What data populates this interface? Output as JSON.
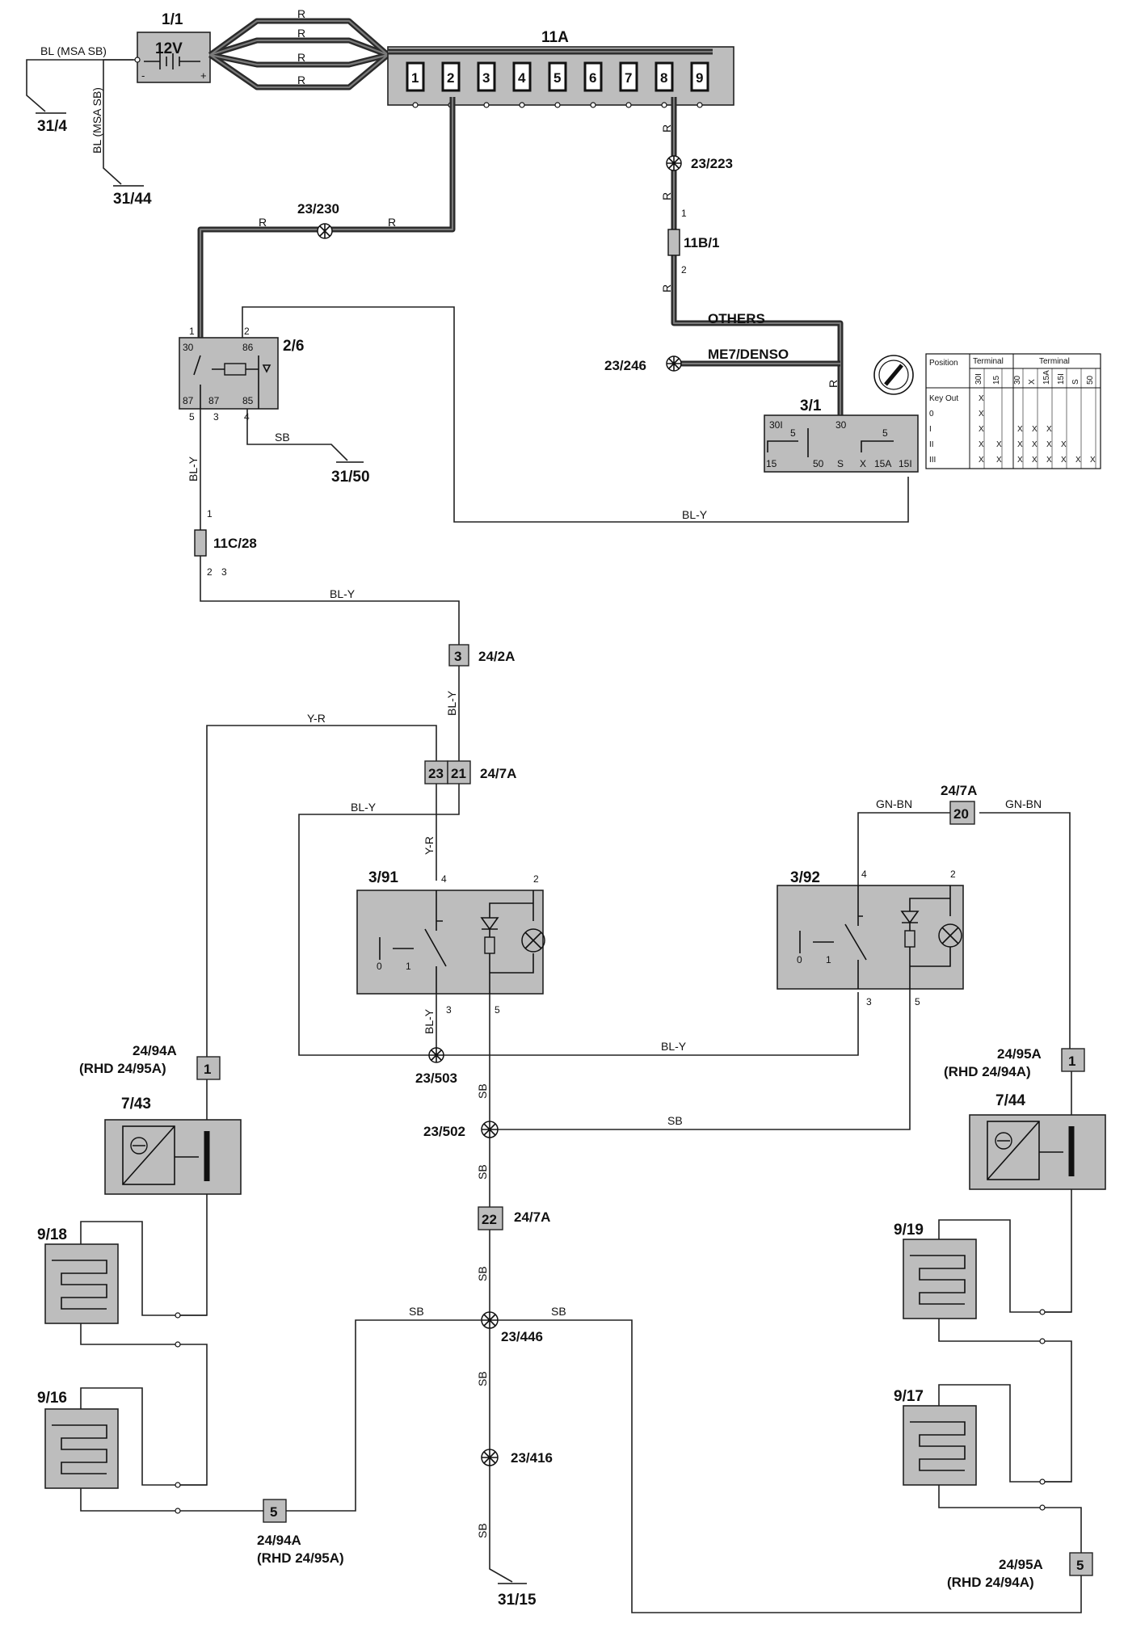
{
  "battery": {
    "id": "1/1",
    "voltage": "12V",
    "minus": "-",
    "plus": "+"
  },
  "fusebox": {
    "id": "11A",
    "pins": [
      "1",
      "2",
      "3",
      "4",
      "5",
      "6",
      "7",
      "8",
      "9"
    ]
  },
  "grounds": [
    "31/4",
    "31/44",
    "31/50",
    "31/15"
  ],
  "wires": {
    "r": "R",
    "bl_msa_sb": "BL (MSA SB)",
    "bl_y": "BL-Y",
    "sb": "SB",
    "y_r": "Y-R",
    "gn_bn": "GN-BN"
  },
  "splices": [
    "23/230",
    "23/223",
    "23/246",
    "23/503",
    "23/502",
    "23/446",
    "23/416"
  ],
  "fuses": {
    "f11b": "11B/1",
    "f11c": "11C/28"
  },
  "relay": {
    "id": "2/6",
    "pins": [
      "30",
      "86",
      "87",
      "87",
      "85",
      "1",
      "2",
      "5",
      "3",
      "4"
    ]
  },
  "variants": {
    "others": "OTHERS",
    "me7": "ME7/DENSO"
  },
  "ignition": {
    "id": "3/1",
    "terminals_top": [
      "30I",
      "5",
      "30",
      "5"
    ],
    "terminals_bottom": [
      "15",
      "50",
      "S",
      "X",
      "15A",
      "15I"
    ],
    "table": {
      "h1": "Position",
      "h2": "Terminal",
      "h3": "Terminal",
      "cols1": [
        "30I",
        "15"
      ],
      "cols2": [
        "30",
        "X",
        "15A",
        "15I",
        "S",
        "50"
      ],
      "rows": [
        "Key Out",
        "0",
        "I",
        "II",
        "III"
      ],
      "mark": "X"
    }
  },
  "connectors": {
    "c24_2a": {
      "pin": "3",
      "id": "24/2A"
    },
    "c24_7a_left": {
      "pins": [
        "23",
        "21"
      ],
      "id": "24/7A"
    },
    "c24_7a_right": {
      "pin": "20",
      "id": "24/7A"
    },
    "c24_7a_mid": {
      "pin": "22",
      "id": "24/7A"
    },
    "c24_94a_left": {
      "pin": "1",
      "id": "24/94A",
      "alt": "(RHD 24/95A)"
    },
    "c24_94a_bottom": {
      "pin": "5",
      "id": "24/94A",
      "alt": "(RHD 24/95A)"
    },
    "c24_95a_right": {
      "pin": "1",
      "id": "24/95A",
      "alt": "(RHD 24/94A)"
    },
    "c24_95a_bottom": {
      "pin": "5",
      "id": "24/95A",
      "alt": "(RHD 24/94A)"
    }
  },
  "switches": {
    "s391": {
      "id": "3/91",
      "pins": [
        "4",
        "2",
        "3",
        "5"
      ],
      "pos": [
        "0",
        "1"
      ]
    },
    "s392": {
      "id": "3/92",
      "pins": [
        "4",
        "2",
        "3",
        "5"
      ],
      "pos": [
        "0",
        "1"
      ]
    }
  },
  "thermostats": {
    "left": "7/43",
    "right": "7/44"
  },
  "heaters": {
    "h918": "9/18",
    "h916": "9/16",
    "h919": "9/19",
    "h917": "9/17"
  },
  "pin_labels": {
    "p1": "1",
    "p2": "2",
    "p3": "3"
  }
}
